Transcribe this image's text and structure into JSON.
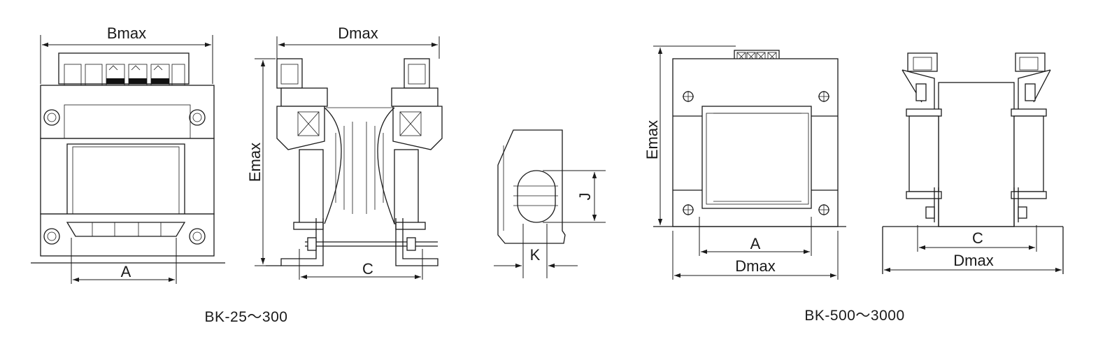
{
  "labels": {
    "front_left_width": "Bmax",
    "front_left_mount": "A",
    "side_left_depth": "Dmax",
    "side_left_height": "Emax",
    "side_left_mount": "C",
    "slot_length": "J",
    "slot_width": "K",
    "front_right_height": "Emax",
    "front_right_mount": "A",
    "front_right_depth": "Dmax",
    "side_right_mount": "C",
    "side_right_depth": "Dmax"
  },
  "captions": {
    "left_series": "BK-25～300",
    "right_series": "BK-500～3000"
  }
}
